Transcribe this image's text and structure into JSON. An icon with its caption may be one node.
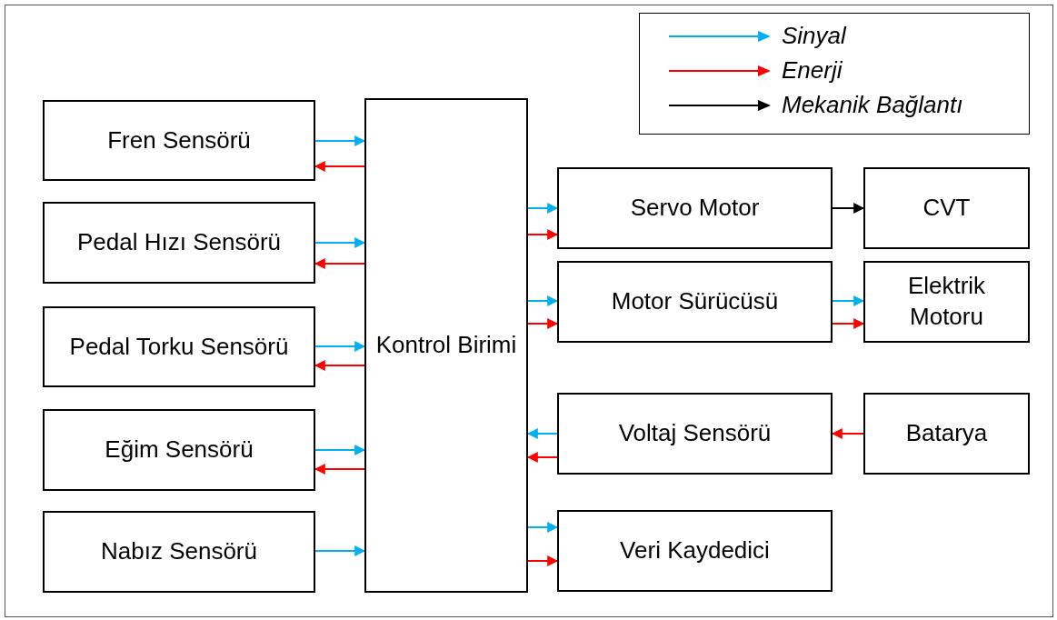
{
  "diagram": {
    "nodes": [
      {
        "text": [
          "Fren Sensörü"
        ]
      },
      {
        "text": [
          "Pedal Hızı Sensörü"
        ]
      },
      {
        "text": [
          "Pedal Torku Sensörü"
        ]
      },
      {
        "text": [
          "Eğim Sensörü"
        ]
      },
      {
        "text": [
          "Nabız Sensörü"
        ]
      },
      {
        "text": [
          "Kontrol Birimi"
        ]
      },
      {
        "text": [
          "Servo Motor"
        ]
      },
      {
        "text": [
          "CVT"
        ]
      },
      {
        "text": [
          "Motor Sürücüsü"
        ]
      },
      {
        "text": [
          "Elektrik Motoru"
        ]
      },
      {
        "text": [
          "Voltaj Sensörü"
        ]
      },
      {
        "text": [
          "Batarya"
        ]
      },
      {
        "text": [
          "Veri Kaydedici"
        ]
      }
    ],
    "edges": [
      {
        "from": 0,
        "to": 5,
        "arrow": "to",
        "color": "#00b0f0"
      },
      {
        "from": 5,
        "to": 0,
        "arrow": "to",
        "color": "#ff0000"
      },
      {
        "from": 1,
        "to": 5,
        "arrow": "to",
        "color": "#00b0f0"
      },
      {
        "from": 5,
        "to": 1,
        "arrow": "to",
        "color": "#ff0000"
      },
      {
        "from": 2,
        "to": 5,
        "arrow": "to",
        "color": "#00b0f0"
      },
      {
        "from": 5,
        "to": 2,
        "arrow": "to",
        "color": "#ff0000"
      },
      {
        "from": 3,
        "to": 5,
        "arrow": "to",
        "color": "#00b0f0"
      },
      {
        "from": 5,
        "to": 3,
        "arrow": "to",
        "color": "#ff0000"
      },
      {
        "from": 4,
        "to": 5,
        "arrow": "to",
        "color": "#00b0f0"
      },
      {
        "from": 5,
        "to": 6,
        "arrow": "to",
        "color": "#00b0f0"
      },
      {
        "from": 5,
        "to": 6,
        "arrow": "to",
        "color": "#ff0000"
      },
      {
        "from": 6,
        "to": 7,
        "arrow": "to",
        "color": "#000000"
      },
      {
        "from": 5,
        "to": 8,
        "arrow": "to",
        "color": "#00b0f0"
      },
      {
        "from": 5,
        "to": 8,
        "arrow": "to",
        "color": "#ff0000"
      },
      {
        "from": 8,
        "to": 9,
        "arrow": "to",
        "color": "#00b0f0"
      },
      {
        "from": 8,
        "to": 9,
        "arrow": "to",
        "color": "#ff0000"
      },
      {
        "from": 11,
        "to": 10,
        "arrow": "to",
        "color": "#ff0000"
      },
      {
        "from": 10,
        "to": 5,
        "arrow": "to",
        "color": "#00b0f0"
      },
      {
        "from": 10,
        "to": 5,
        "arrow": "to",
        "color": "#ff0000"
      },
      {
        "from": 5,
        "to": 12,
        "arrow": "to",
        "color": "#00b0f0"
      },
      {
        "from": 5,
        "to": 12,
        "arrow": "to",
        "color": "#ff0000"
      }
    ],
    "legend": [
      {
        "text": "Sinyal"
      },
      {
        "text": "Enerji"
      },
      {
        "text": "Mekanik Bağlantı"
      }
    ]
  }
}
